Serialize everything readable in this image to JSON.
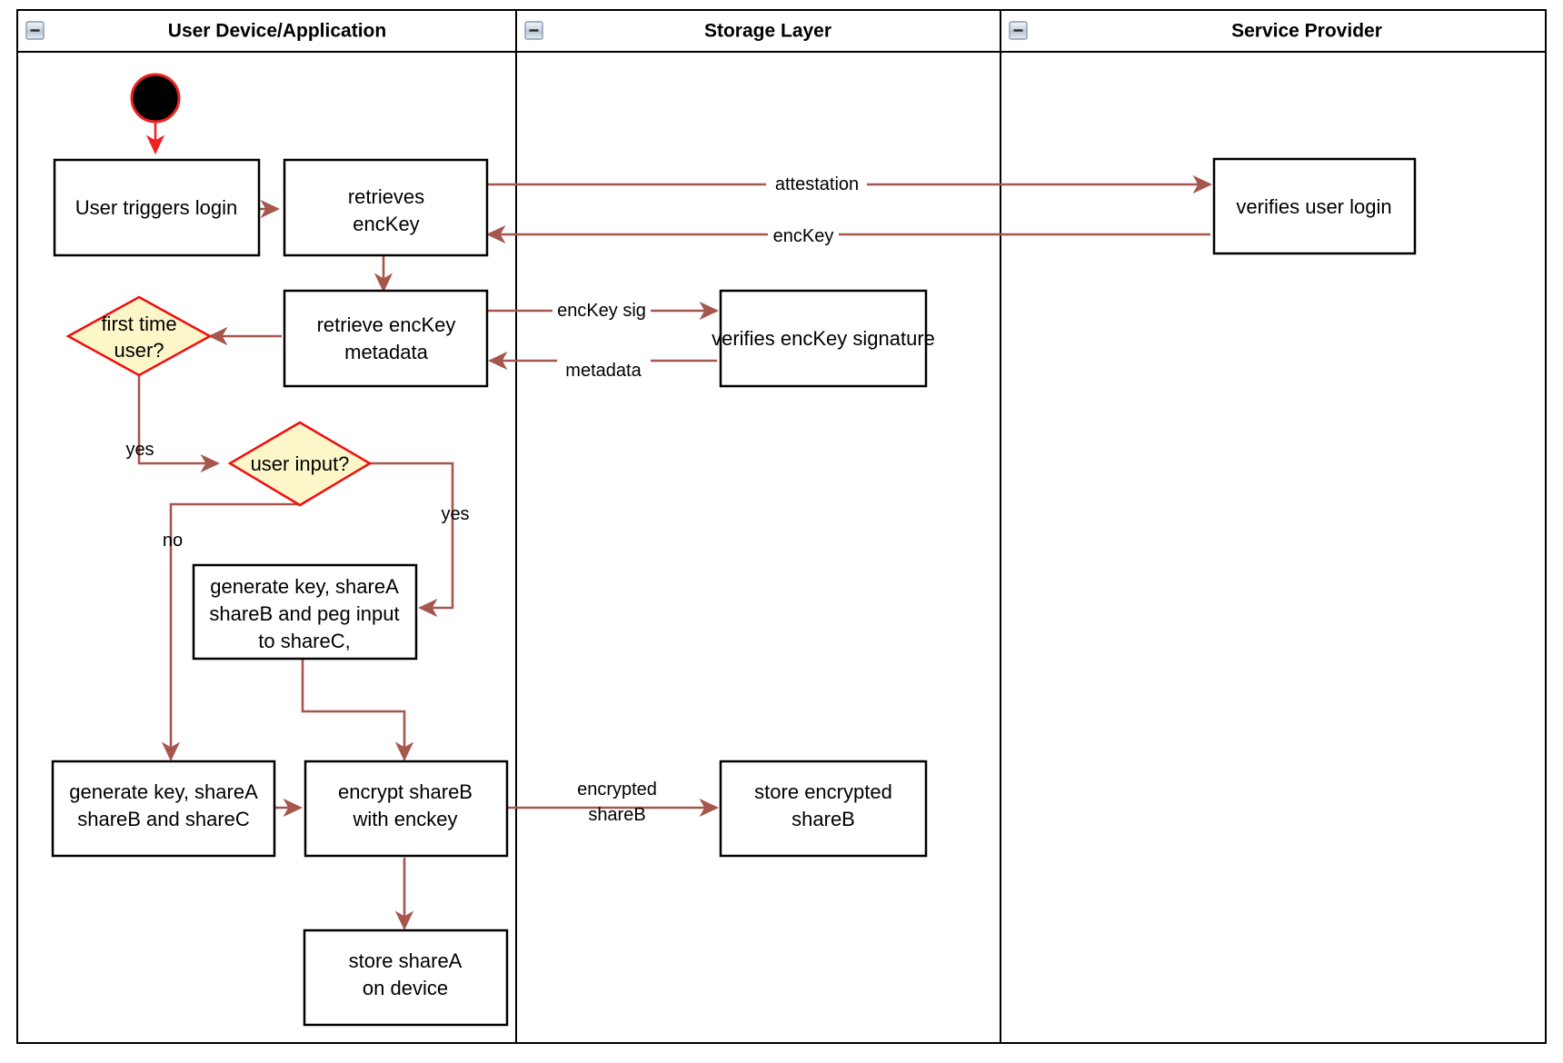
{
  "diagram": {
    "type": "swimlane-activity-diagram",
    "lanes": [
      {
        "id": "user-device",
        "title": "User Device/Application",
        "collapse_icon": "minus-box-icon"
      },
      {
        "id": "storage-layer",
        "title": "Storage Layer",
        "collapse_icon": "minus-box-icon"
      },
      {
        "id": "service-provider",
        "title": "Service Provider",
        "collapse_icon": "minus-box-icon"
      }
    ],
    "nodes": [
      {
        "id": "start",
        "lane": "user-device",
        "shape": "start-circle",
        "label": ""
      },
      {
        "id": "user-triggers-login",
        "lane": "user-device",
        "shape": "rect",
        "lines": [
          "User triggers login"
        ]
      },
      {
        "id": "retrieves-enckey",
        "lane": "user-device",
        "shape": "rect",
        "lines": [
          "retrieves",
          "encKey"
        ]
      },
      {
        "id": "verifies-user-login",
        "lane": "service-provider",
        "shape": "rect",
        "lines": [
          "verifies user login"
        ]
      },
      {
        "id": "retrieve-enckey-metadata",
        "lane": "user-device",
        "shape": "rect",
        "lines": [
          "retrieve encKey",
          "metadata"
        ]
      },
      {
        "id": "verifies-enckey-signature",
        "lane": "storage-layer",
        "shape": "rect",
        "lines": [
          "verifies encKey signature"
        ]
      },
      {
        "id": "first-time-user",
        "lane": "user-device",
        "shape": "diamond",
        "lines": [
          "first time",
          "user?"
        ]
      },
      {
        "id": "user-input",
        "lane": "user-device",
        "shape": "diamond",
        "lines": [
          "user input?"
        ]
      },
      {
        "id": "generate-key-peg",
        "lane": "user-device",
        "shape": "rect",
        "lines": [
          "generate key, shareA",
          "shareB and peg input",
          "to shareC,"
        ]
      },
      {
        "id": "generate-key-sharec",
        "lane": "user-device",
        "shape": "rect",
        "lines": [
          "generate key, shareA",
          "shareB and shareC"
        ]
      },
      {
        "id": "encrypt-shareb",
        "lane": "user-device",
        "shape": "rect",
        "lines": [
          "encrypt shareB",
          "with enckey"
        ]
      },
      {
        "id": "store-encrypted-shareb",
        "lane": "storage-layer",
        "shape": "rect",
        "lines": [
          "store encrypted",
          "shareB"
        ]
      },
      {
        "id": "store-sharea-on-device",
        "lane": "user-device",
        "shape": "rect",
        "lines": [
          "store shareA",
          "on device"
        ]
      }
    ],
    "edge_labels": [
      {
        "id": "attestation",
        "text": "attestation"
      },
      {
        "id": "enckey",
        "text": "encKey"
      },
      {
        "id": "enckey-sig",
        "text": "encKey sig"
      },
      {
        "id": "metadata",
        "text": "metadata"
      },
      {
        "id": "first-time-yes",
        "text": "yes"
      },
      {
        "id": "user-input-yes",
        "text": "yes"
      },
      {
        "id": "user-input-no",
        "text": "no"
      },
      {
        "id": "encrypted-shareb-1",
        "text": "encrypted"
      },
      {
        "id": "encrypted-shareb-2",
        "text": "shareB"
      }
    ],
    "colors": {
      "flow": "#a5564d",
      "flow_start": "#ee2222",
      "decision_fill": "#fdf6c9",
      "decision_stroke": "#f20d0d",
      "node_stroke": "#000000",
      "node_fill": "#ffffff",
      "background": "#ffffff"
    }
  }
}
